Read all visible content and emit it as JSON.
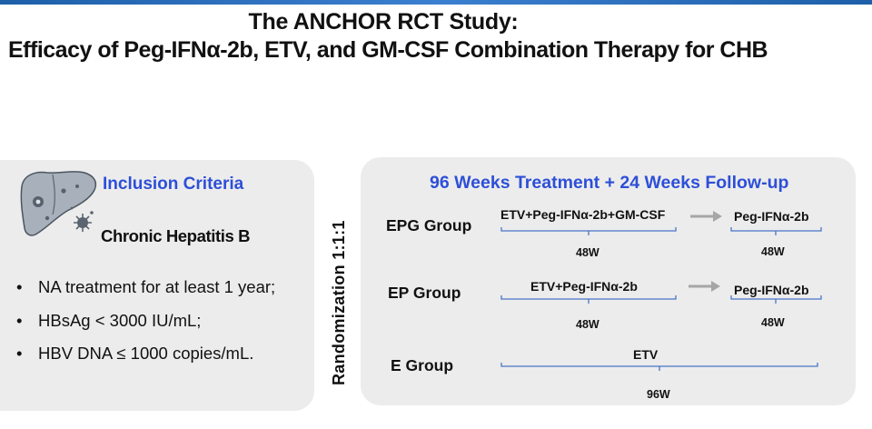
{
  "title": {
    "line1": "The ANCHOR RCT Study:",
    "line2": "Efficacy of Peg-IFNα-2b, ETV, and GM-CSF Combination Therapy for CHB"
  },
  "inclusion": {
    "heading": "Inclusion Criteria",
    "disease": "Chronic Hepatitis B",
    "criteria": [
      "NA treatment for at least 1 year;",
      "HBsAg < 3000 IU/mL;",
      "HBV DNA ≤ 1000 copies/mL."
    ]
  },
  "randomization": "Randomization 1:1:1",
  "treatment": {
    "heading": "96 Weeks Treatment + 24 Weeks Follow-up",
    "groups": [
      {
        "name": "EPG Group",
        "phase1": "ETV+Peg-IFNα-2b+GM-CSF",
        "phase1_duration": "48W",
        "phase2": "Peg-IFNα-2b",
        "phase2_duration": "48W"
      },
      {
        "name": "EP Group",
        "phase1": "ETV+Peg-IFNα-2b",
        "phase1_duration": "48W",
        "phase2": "Peg-IFNα-2b",
        "phase2_duration": "48W"
      },
      {
        "name": "E Group",
        "phase1": "ETV",
        "phase1_duration": "96W"
      }
    ]
  },
  "colors": {
    "accent_blue": "#2d4fd8",
    "panel_gray": "#ececec",
    "bracket_blue": "#4a74c9",
    "arrow_gray": "#a6a6a6"
  },
  "icons": [
    "liver-icon",
    "virus-icon"
  ]
}
